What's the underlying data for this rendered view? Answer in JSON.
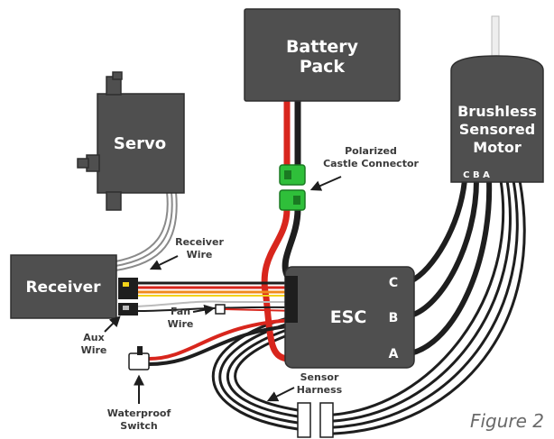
{
  "labels": {
    "battery_line1": "Battery",
    "battery_line2": "Pack",
    "servo": "Servo",
    "receiver": "Receiver",
    "esc": "ESC",
    "motor_line1": "Brushless",
    "motor_line2": "Sensored",
    "motor_line3": "Motor",
    "motor_phases": "C B A",
    "esc_c": "C",
    "esc_b": "B",
    "esc_a": "A",
    "connector_line1": "Polarized",
    "connector_line2": "Castle Connector",
    "receiver_wire_line1": "Receiver",
    "receiver_wire_line2": "Wire",
    "fan_wire_line1": "Fan",
    "fan_wire_line2": "Wire",
    "aux_wire_line1": "Aux",
    "aux_wire_line2": "Wire",
    "switch_line1": "Waterproof",
    "switch_line2": "Switch",
    "sensor_line1": "Sensor",
    "sensor_line2": "Harness",
    "figure": "Figure 2"
  },
  "colors": {
    "box": "#4f4f4f",
    "wire_red": "#d8261d",
    "wire_black": "#1e1e1e",
    "connector_green": "#2fbf3a",
    "receiver_wire_orange": "#f08a1c",
    "receiver_wire_yellow": "#f2d21a"
  }
}
